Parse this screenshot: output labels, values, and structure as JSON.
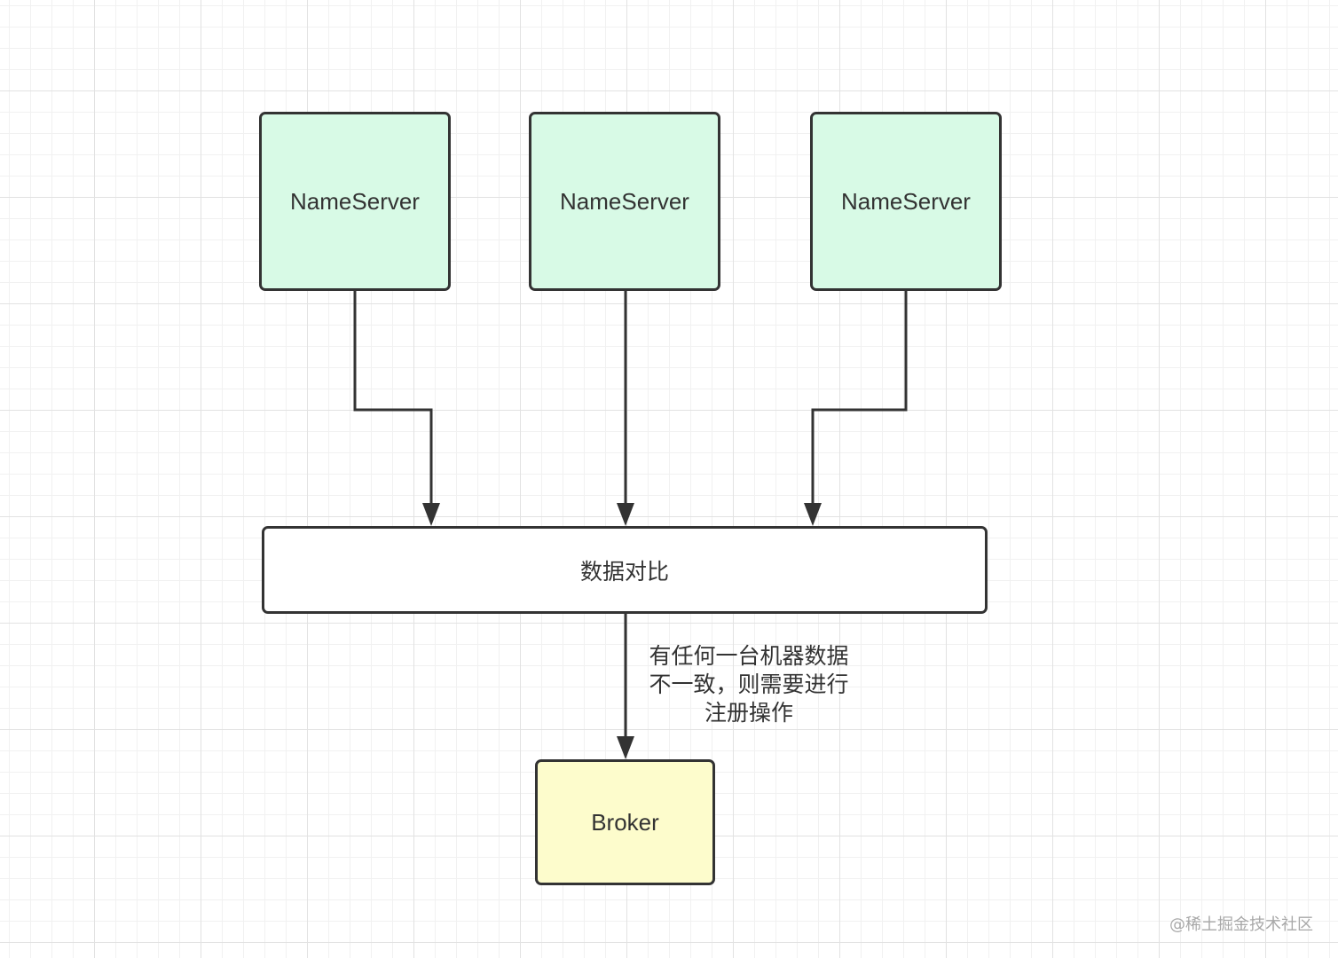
{
  "diagram": {
    "nameservers": [
      {
        "label": "NameServer"
      },
      {
        "label": "NameServer"
      },
      {
        "label": "NameServer"
      }
    ],
    "compare_node": {
      "label": "数据对比"
    },
    "edge_label": {
      "lines": [
        "有任何一台机器数据",
        "不一致，则需要进行",
        "注册操作"
      ]
    },
    "broker": {
      "label": "Broker"
    },
    "colors": {
      "nameserver_fill": "#d8fae6",
      "compare_fill": "#ffffff",
      "broker_fill": "#fdfccc",
      "stroke": "#333333"
    }
  },
  "watermark": "@稀土掘金技术社区"
}
